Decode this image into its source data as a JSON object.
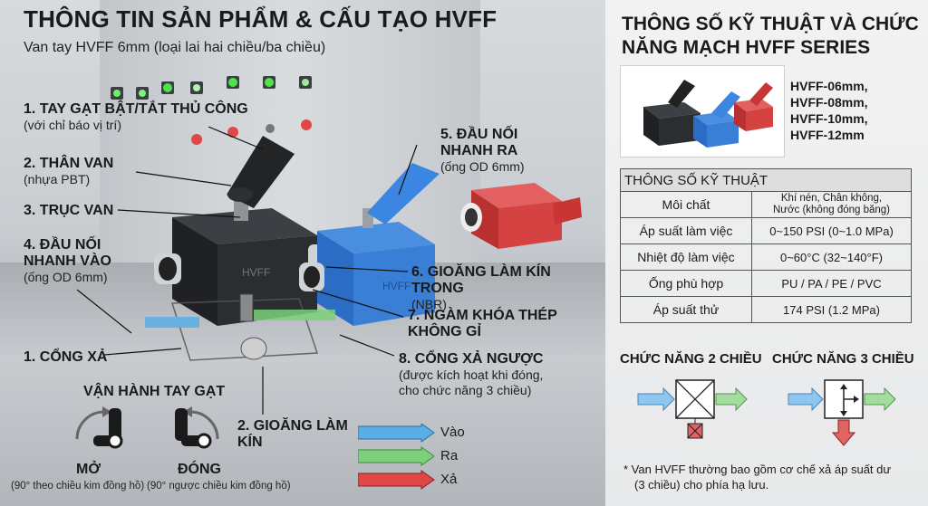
{
  "header": {
    "title": "THÔNG TIN SẢN PHẨM & CẤU TẠO HVFF",
    "subtitle": "Van tay HVFF 6mm (loại lai hai chiều/ba chiều)"
  },
  "parts": {
    "p1_title": "1. TAY GẠT BẬT/TẮT THỦ CÔNG",
    "p1_sub": "(với chỉ báo vị trí)",
    "p2_title": "2. THÂN VAN",
    "p2_sub": "(nhựa PBT)",
    "p3_title": "3. TRỤC VAN",
    "p4_title1": "4. ĐẦU NỐI",
    "p4_title2": "NHANH VÀO",
    "p4_sub": "(ống OD 6mm)",
    "p5_title1": "5. ĐẦU NỐI",
    "p5_title2": "NHANH RA",
    "p5_sub": "(ống OD 6mm)",
    "p6_title": "6. GIOĂNG LÀM KÍN TRONG",
    "p6_sub": "(NBR)",
    "p7_title1": "7. NGÀM KHÓA THÉP",
    "p7_title2": "KHÔNG GỈ",
    "p8_title": "8. CỔNG XẢ NGƯỢC",
    "p8_sub1": "(được kích hoạt khi đóng,",
    "p8_sub2": "cho chức năng 3 chiều)",
    "exhaust_port": "1. CỔNG XẢ",
    "seal1": "2. GIOĂNG LÀM",
    "seal2": "KÍN"
  },
  "operation": {
    "title": "VẬN HÀNH TAY GẠT",
    "open": "MỞ",
    "open_sub": "(90° theo chiều kim đồng hồ)",
    "close": "ĐÓNG",
    "close_sub": "(90° ngược chiều kim đồng hồ)"
  },
  "legend": {
    "in": "Vào",
    "out": "Ra",
    "exhaust": "Xả",
    "in_color": "#5aaee6",
    "out_color": "#7dd07a",
    "exhaust_color": "#e04848"
  },
  "body_mark": "HVFF",
  "right": {
    "title1": "THÔNG SỐ KỸ THUẬT VÀ CHỨC",
    "title2": "NĂNG MẠCH HVFF SERIES",
    "models": [
      "HVFF-06mm,",
      "HVFF-08mm,",
      "HVFF-10mm,",
      "HVFF-12mm"
    ],
    "spec_header": "THÔNG SỐ KỸ THUẬT",
    "spec": {
      "medium_k": "Môi chất",
      "medium_v1": "Khí nén, Chân không,",
      "medium_v2": "Nước (không đóng băng)",
      "pressure_k": "Áp suất làm việc",
      "pressure_v": "0~150 PSI (0~1.0 MPa)",
      "temp_k": "Nhiệt độ làm việc",
      "temp_v": "0~60°C (32~140°F)",
      "tube_k": "Ống phù hợp",
      "tube_v": "PU / PA / PE / PVC",
      "test_k": "Áp suất thử",
      "test_v": "174 PSI (1.2 MPa)"
    },
    "fn2": "CHỨC NĂNG 2 CHIỀU",
    "fn3": "CHỨC NĂNG 3 CHIỀU",
    "note1": "* Van HVFF thường bao gồm cơ chế xả áp suất dư",
    "note2": "(3 chiều) cho phía hạ lưu."
  }
}
